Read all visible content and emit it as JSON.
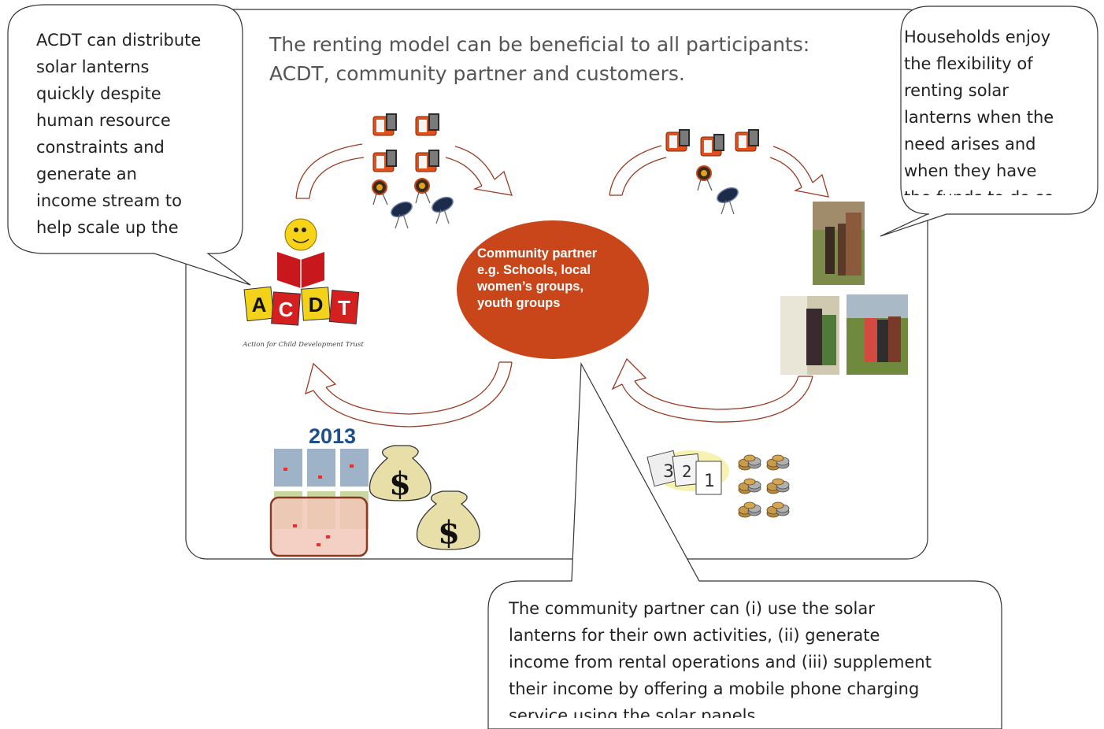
{
  "title": {
    "line1": "The renting model can be beneficial to all participants:",
    "line2": "ACDT, community partner and customers."
  },
  "callout_acdt": {
    "lines": [
      "ACDT can distribute",
      "solar lanterns",
      "quickly despite",
      "human resource",
      "constraints and",
      "generate an",
      "income stream to",
      "help scale up the"
    ]
  },
  "callout_households": {
    "lines": [
      "Households enjoy",
      "the flexibility of",
      "renting solar",
      "lanterns when the",
      "need arises and",
      "when they have",
      "the funds to do so"
    ]
  },
  "callout_partner": {
    "lines": [
      "The community partner can (i) use the solar",
      "lanterns for their own activities, (ii) generate",
      "income from rental operations and (iii) supplement",
      "their income by offering a mobile phone charging",
      "service using the solar panels"
    ]
  },
  "community_partner": {
    "lines": [
      "Community partner",
      "e.g. Schools, local",
      "women’s groups,",
      "youth groups"
    ],
    "fill": "#c9451a"
  },
  "acdt_logo": {
    "letters": [
      "A",
      "C",
      "D",
      "T"
    ],
    "tagline": "Action for Child Development Trust"
  },
  "calendar": {
    "year": "2013"
  },
  "money_bag": {
    "symbol": "$"
  },
  "icons": [
    "solar-lantern-icon",
    "acdt-logo",
    "calendar-2013-icon",
    "money-bag-icon",
    "tear-off-calendar-icon",
    "coin-stack-icon",
    "household-photo"
  ],
  "colors": {
    "arrow": "#9b3a22",
    "partner": "#c9451a",
    "frame": "#333333"
  }
}
